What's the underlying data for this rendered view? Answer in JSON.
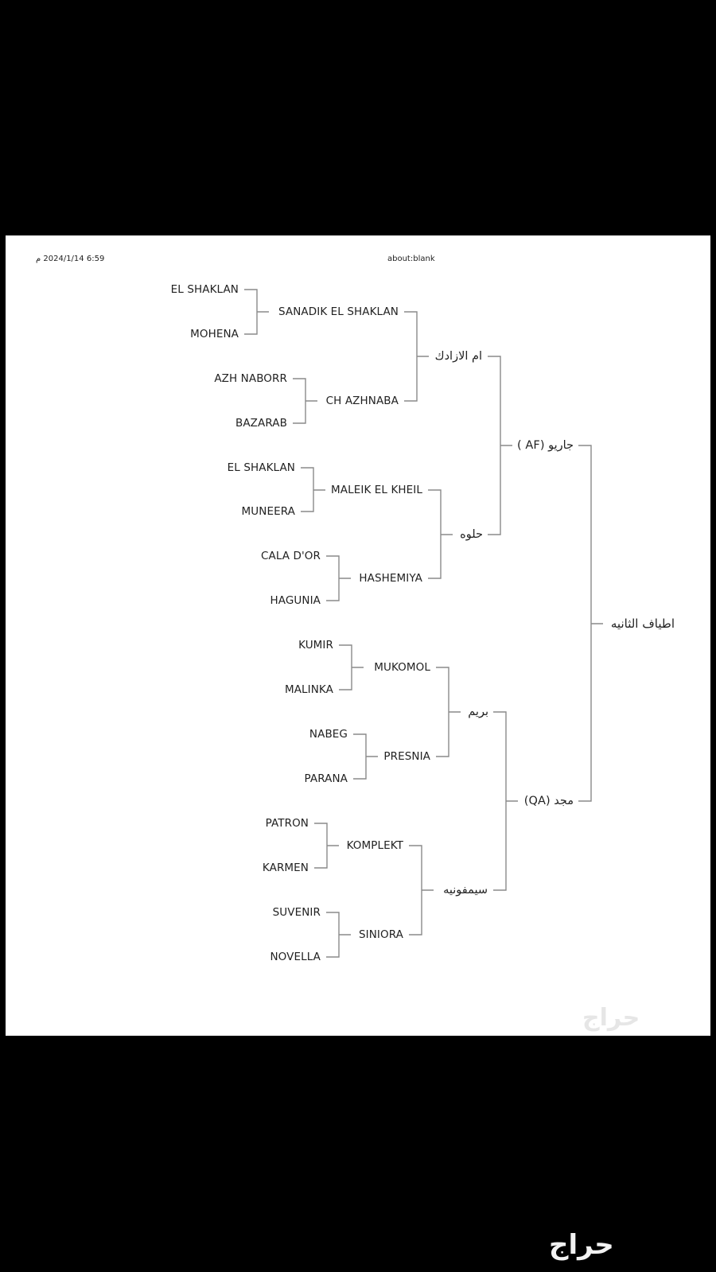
{
  "header": {
    "timestamp": "6:59 2024/1/14 م",
    "url": "about:blank"
  },
  "pedigree": {
    "horse": "اطياف الثانيه",
    "sire": "جاريو (AF )",
    "dam": "مجد (QA)",
    "sire_sire": "ام الازادك",
    "sire_dam": "حلوه",
    "dam_sire": "بريم",
    "dam_dam": "سيمفونيه",
    "g3": [
      "SANADIK EL SHAKLAN",
      "CH AZHNABA",
      "MALEIK EL KHEIL",
      "HASHEMIYA",
      "MUKOMOL",
      "PRESNIA",
      "KOMPLEKT",
      "SINIORA"
    ],
    "g4": [
      "EL SHAKLAN",
      "MOHENA",
      "AZH NABORR",
      "BAZARAB",
      "EL SHAKLAN",
      "MUNEERA",
      "CALA D'OR",
      "HAGUNIA",
      "KUMIR",
      "MALINKA",
      "NABEG",
      "PARANA",
      "PATRON",
      "KARMEN",
      "SUVENIR",
      "NOVELLA"
    ]
  },
  "watermark": "حراج",
  "brand": "حراج"
}
